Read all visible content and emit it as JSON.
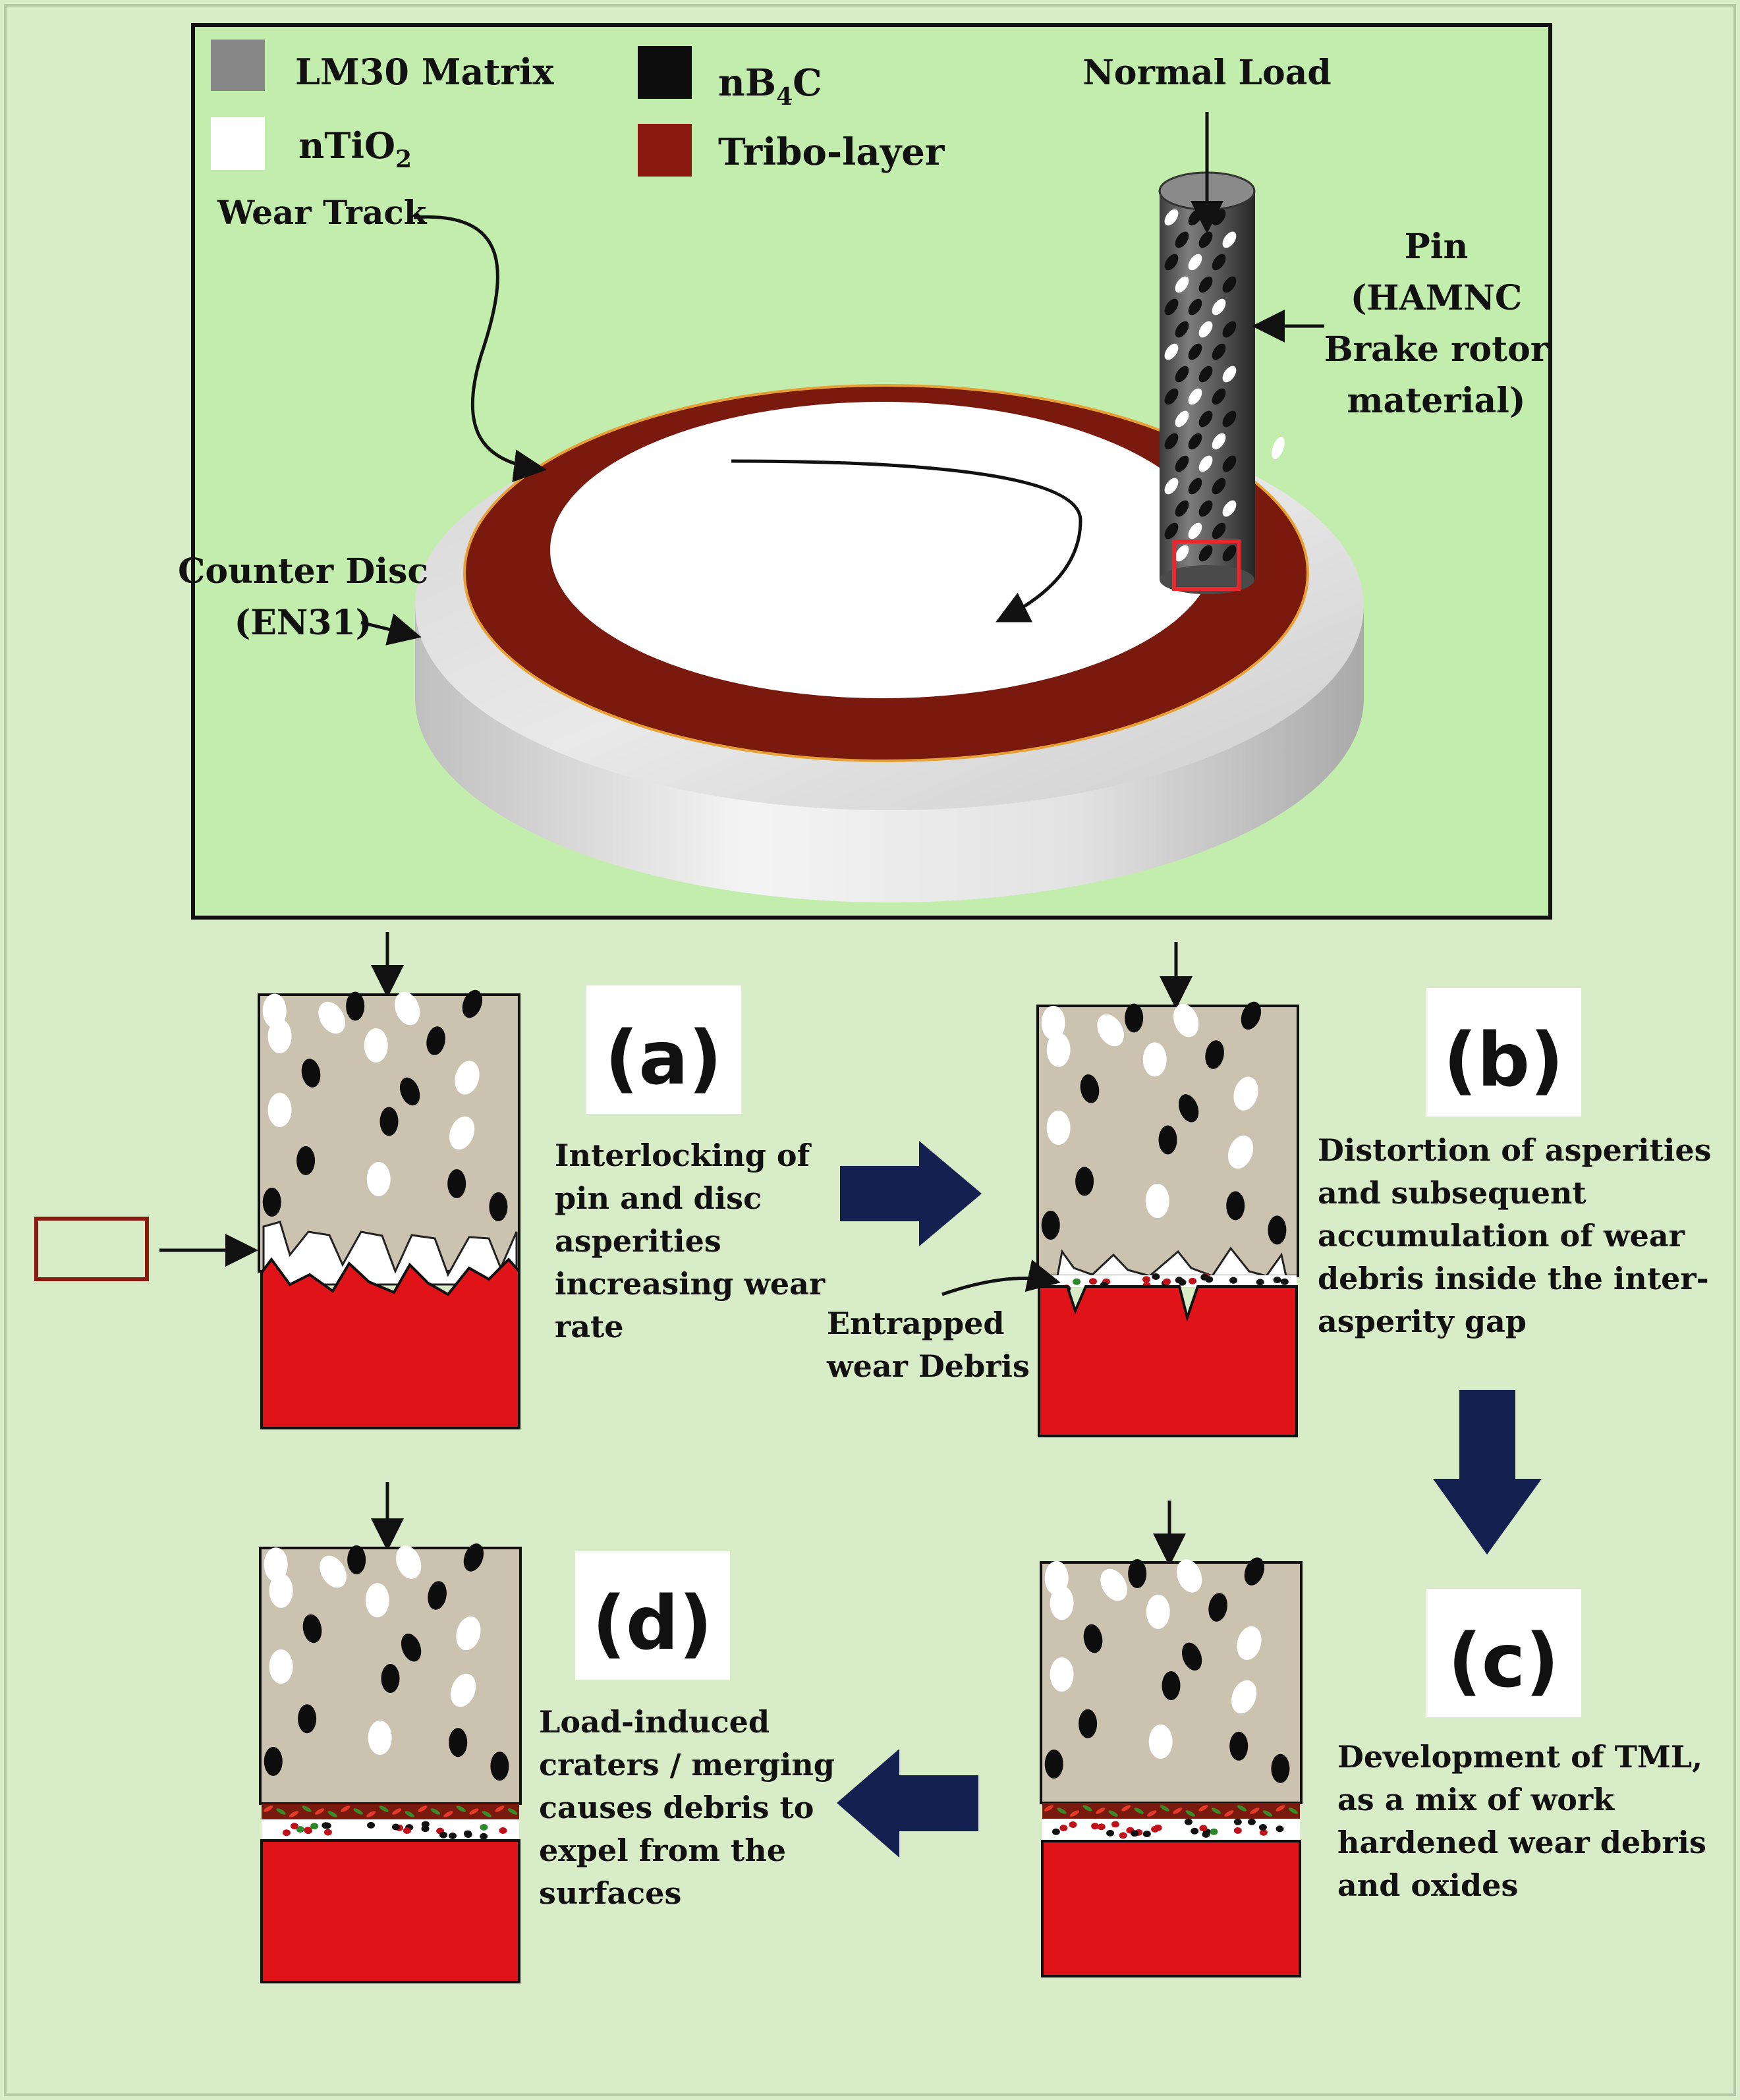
{
  "legend": {
    "matrix": "LM30 Matrix",
    "b4c": "nB4C",
    "tio2": "nTiO2",
    "tribo": "Tribo-layer"
  },
  "labels": {
    "normal_load": "Normal Load",
    "wear_track": "Wear Track",
    "pin": [
      "Pin",
      "(HAMNC",
      "Brake rotor",
      "material)"
    ],
    "counter_disc": [
      "Counter Disc",
      "(EN31)"
    ],
    "entrapped": [
      "Entrapped",
      "wear Debris"
    ]
  },
  "panels": {
    "a": {
      "tag": "(a)",
      "caption": [
        "Interlocking of",
        "pin and disc",
        "asperities",
        "increasing wear",
        "rate"
      ]
    },
    "b": {
      "tag": "(b)",
      "caption": [
        "Distortion of asperities",
        "and  subsequent",
        "accumulation of wear",
        "debris inside the inter-",
        "asperity gap"
      ]
    },
    "c": {
      "tag": "(c)",
      "caption": [
        "Development of TML,",
        "as a mix of  work",
        "hardened wear debris",
        "and oxides"
      ]
    },
    "d": {
      "tag": "(d)",
      "caption": [
        "Load-induced",
        "craters / merging",
        "causes debris to",
        "expel from the",
        "surfaces"
      ]
    }
  },
  "colors": {
    "background": "#d9ecc8",
    "top_panel": "#c3edac",
    "matrix": "#cbc2b0",
    "tribo_layer": "#7a1a0e",
    "disc_red": "#e01418",
    "flow_arrow": "#14204f",
    "highlight_box": "#e8282a",
    "legend_box_dark_red": "#8a1a10"
  }
}
